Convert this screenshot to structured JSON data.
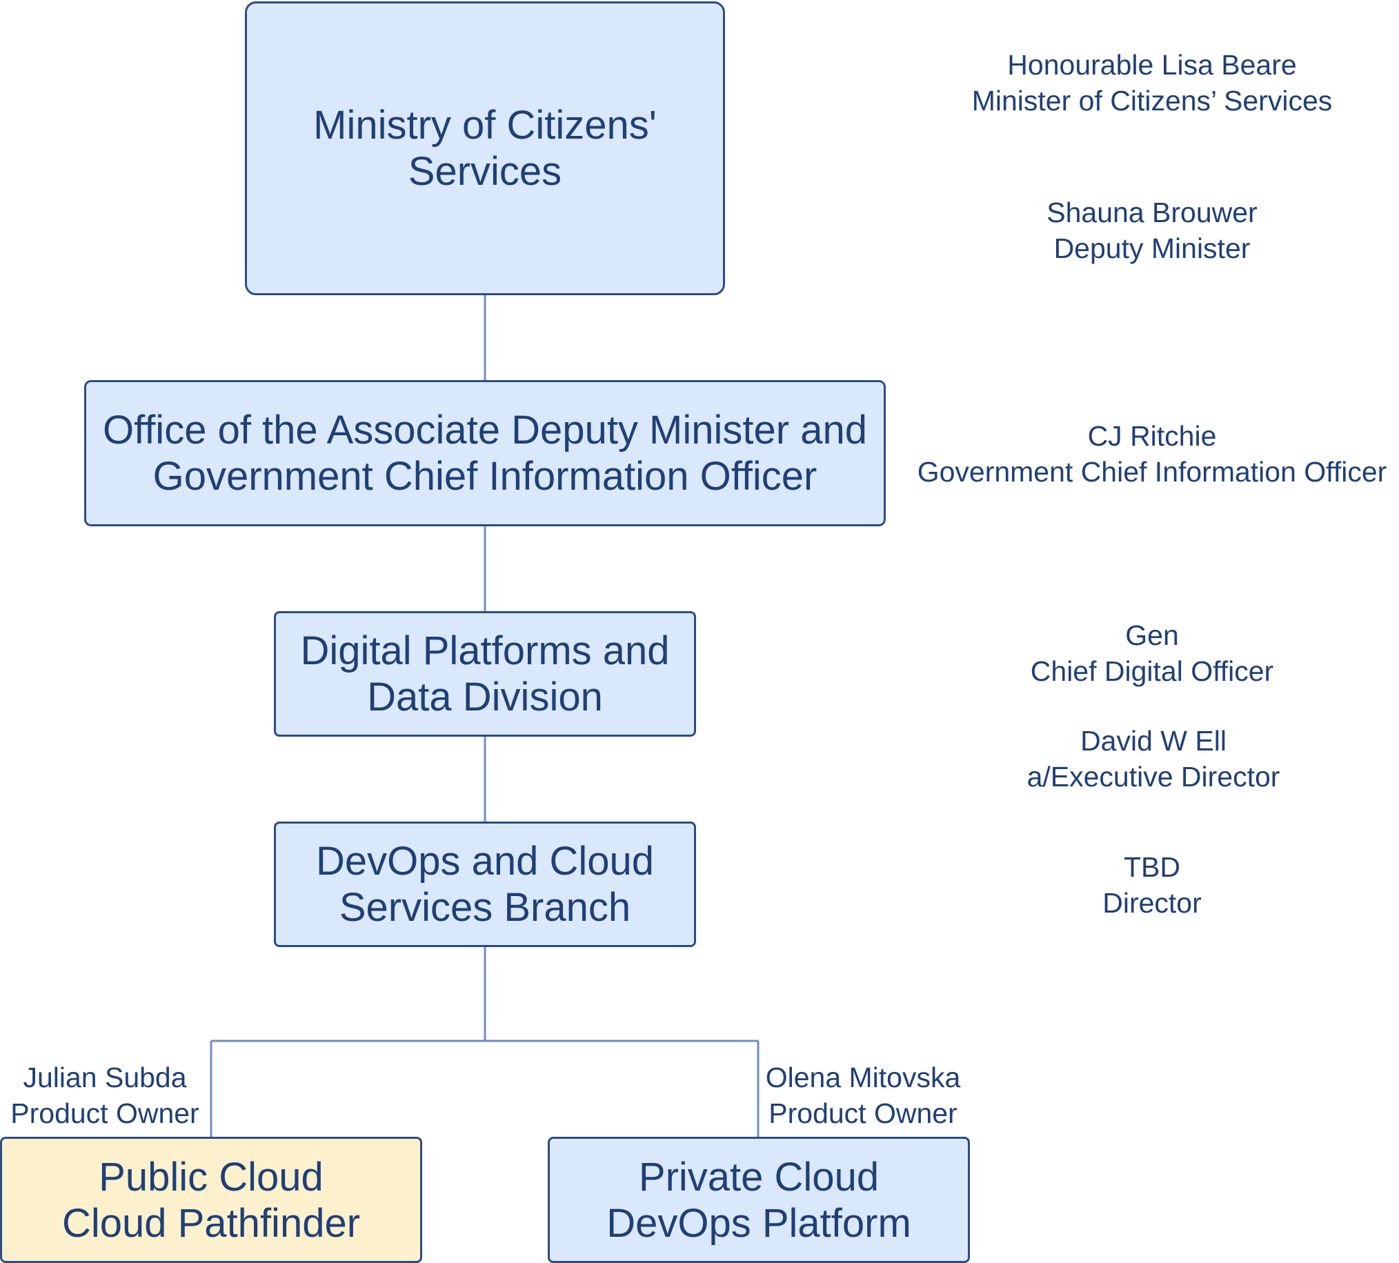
{
  "units": {
    "ministry": [
      "Ministry of Citizens'",
      "Services"
    ],
    "office": [
      "Office of the Associate Deputy Minister and",
      "Government Chief Information Officer"
    ],
    "division": [
      "Digital Platforms and",
      "Data Division"
    ],
    "branch": [
      "DevOps and Cloud",
      "Services Branch"
    ],
    "public_cloud": [
      "Public Cloud",
      "Cloud Pathfinder"
    ],
    "private_cloud": [
      "Private Cloud",
      "DevOps Platform"
    ]
  },
  "people": {
    "minister": {
      "name": "Honourable Lisa Beare",
      "title": "Minister of Citizens’ Services"
    },
    "deputy_minister": {
      "name": "Shauna Brouwer",
      "title": "Deputy Minister"
    },
    "gcio": {
      "name": "CJ Ritchie",
      "title": "Government Chief Information Officer"
    },
    "cdo": {
      "name": "Gen",
      "title": "Chief Digital Officer"
    },
    "exec_director": {
      "name": "David W Ell",
      "title": "a/Executive Director"
    },
    "director": {
      "name": "TBD",
      "title": "Director"
    },
    "public_owner": {
      "name": "Julian Subda",
      "title": "Product Owner"
    },
    "private_owner": {
      "name": "Olena Mitovska",
      "title": "Product Owner"
    }
  },
  "colors": {
    "box_fill": "#dae8fb",
    "highlight_fill": "#fdf1cd",
    "border": "#2b4c82",
    "connector": "#6c8ebf",
    "text": "#1f3f77"
  }
}
